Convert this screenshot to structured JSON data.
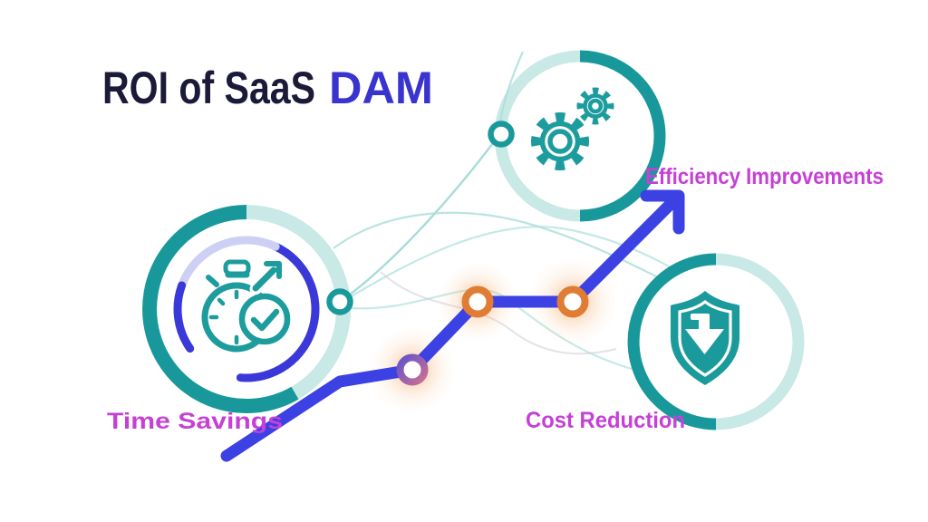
{
  "title": {
    "main": "ROI of SaaS",
    "accent": "DAM"
  },
  "labels": {
    "time_savings": "Time Savings",
    "cost_reduction": "Cost Reduction",
    "efficiency_improvements": "Efficiency Improvements"
  },
  "icons": {
    "time_savings": "stopwatch-clock-arrow-icon",
    "efficiency_improvements": "gears-icon",
    "cost_reduction": "shield-download-icon",
    "connectors": "connector-node-icon",
    "trend": "rising-trend-arrow-icon"
  },
  "colors": {
    "teal": "#18989a",
    "teal_light": "#c9e9e6",
    "indigo": "#3a38d9",
    "lavender": "#cdd0f4",
    "trend_line": "#3c41e4",
    "marker_orange": "#e07c34",
    "marker_purple_start": "#6353cc",
    "marker_purple_end": "#cc6f92",
    "label_magenta": "#c640d6",
    "title_navy": "#1b1a38",
    "title_accent": "#3933cf",
    "icon_teal": "#1d9c9e",
    "background": "#ffffff"
  }
}
